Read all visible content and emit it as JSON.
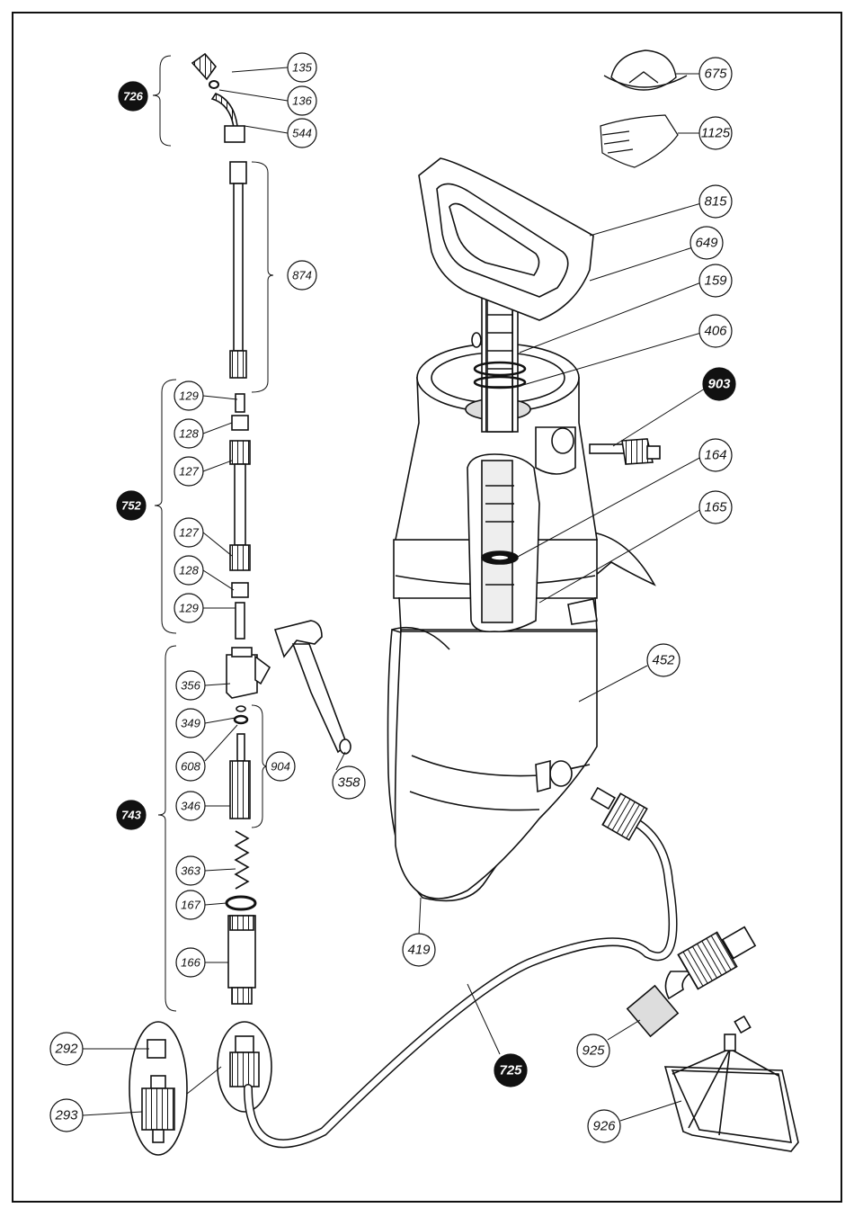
{
  "labels": {
    "l135": "135",
    "l136": "136",
    "l544": "544",
    "l726": "726",
    "l675": "675",
    "l1125": "1125",
    "l815": "815",
    "l649": "649",
    "l159": "159",
    "l406": "406",
    "l903": "903",
    "l164": "164",
    "l165": "165",
    "l874": "874",
    "l129a": "129",
    "l128a": "128",
    "l127a": "127",
    "l752": "752",
    "l127b": "127",
    "l128b": "128",
    "l129b": "129",
    "l356": "356",
    "l349": "349",
    "l608": "608",
    "l904": "904",
    "l346": "346",
    "l358": "358",
    "l743": "743",
    "l363": "363",
    "l167": "167",
    "l166": "166",
    "l452": "452",
    "l419": "419",
    "l725": "725",
    "l292": "292",
    "l293": "293",
    "l925": "925",
    "l926": "926"
  },
  "colors": {
    "ink": "#111111",
    "paper": "#ffffff",
    "fill": "#f2f2f2"
  }
}
